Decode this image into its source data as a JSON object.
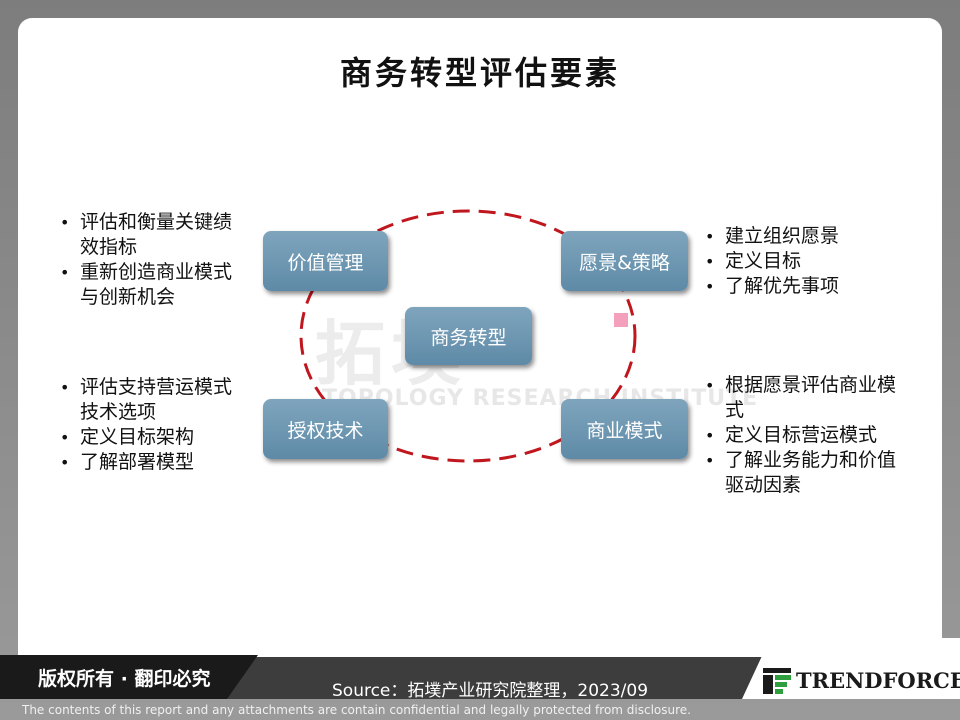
{
  "title": "商务转型评估要素",
  "diagram": {
    "center": "商务转型",
    "nodes": {
      "top_left": "价值管理",
      "top_right": "愿景&策略",
      "bottom_left": "授权技术",
      "bottom_right": "商业模式"
    },
    "bullets": {
      "top_left": [
        "评估和衡量关键绩效指标",
        "重新创造商业模式与创新机会"
      ],
      "bottom_left": [
        "评估支持营运模式技术选项",
        "定义目标架构",
        "了解部署模型"
      ],
      "top_right": [
        "建立组织愿景",
        "定义目标",
        "了解优先事项"
      ],
      "bottom_right": [
        "根据愿景评估商业模式",
        "定义目标营运模式",
        "了解业务能力和价值驱动因素"
      ]
    },
    "colors": {
      "node": "#6f97b2",
      "ring": "#c0161e",
      "accent": "#f4a0bd"
    }
  },
  "watermark": {
    "chinese": "拓墣",
    "english": "TOPOLOGY RESEARCH INSTITUTE"
  },
  "footer": {
    "copyright": "版权所有 · 翻印必究",
    "source": "Source：拓墣产业研究院整理，2023/09",
    "logo_text": "TRENDFORCE",
    "disclaimer": "The contents of this report and any attachments are contain confidential and legally protected from disclosure."
  }
}
